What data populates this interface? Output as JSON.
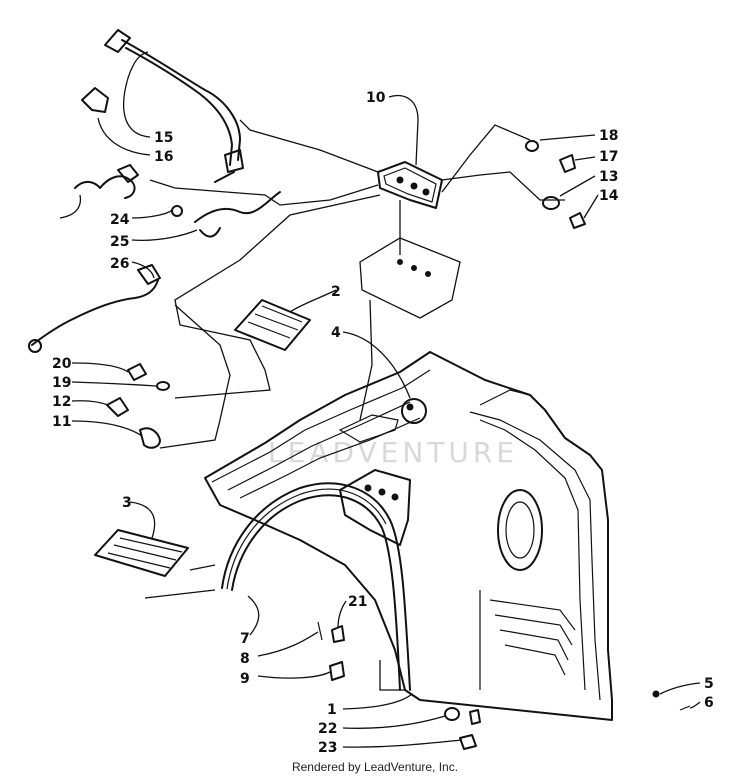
{
  "diagram": {
    "callouts": [
      {
        "id": "10",
        "label": "10"
      },
      {
        "id": "15",
        "label": "15"
      },
      {
        "id": "16",
        "label": "16"
      },
      {
        "id": "18",
        "label": "18"
      },
      {
        "id": "17",
        "label": "17"
      },
      {
        "id": "13",
        "label": "13"
      },
      {
        "id": "14",
        "label": "14"
      },
      {
        "id": "24",
        "label": "24"
      },
      {
        "id": "25",
        "label": "25"
      },
      {
        "id": "26",
        "label": "26"
      },
      {
        "id": "2",
        "label": "2"
      },
      {
        "id": "4",
        "label": "4"
      },
      {
        "id": "20",
        "label": "20"
      },
      {
        "id": "19",
        "label": "19"
      },
      {
        "id": "12",
        "label": "12"
      },
      {
        "id": "11",
        "label": "11"
      },
      {
        "id": "3",
        "label": "3"
      },
      {
        "id": "21",
        "label": "21"
      },
      {
        "id": "7",
        "label": "7"
      },
      {
        "id": "8",
        "label": "8"
      },
      {
        "id": "9",
        "label": "9"
      },
      {
        "id": "1",
        "label": "1"
      },
      {
        "id": "22",
        "label": "22"
      },
      {
        "id": "23",
        "label": "23"
      },
      {
        "id": "5",
        "label": "5"
      },
      {
        "id": "6",
        "label": "6"
      }
    ],
    "watermark": "LEADVENTURE"
  },
  "footer": {
    "credit": "Rendered by LeadVenture, Inc."
  }
}
